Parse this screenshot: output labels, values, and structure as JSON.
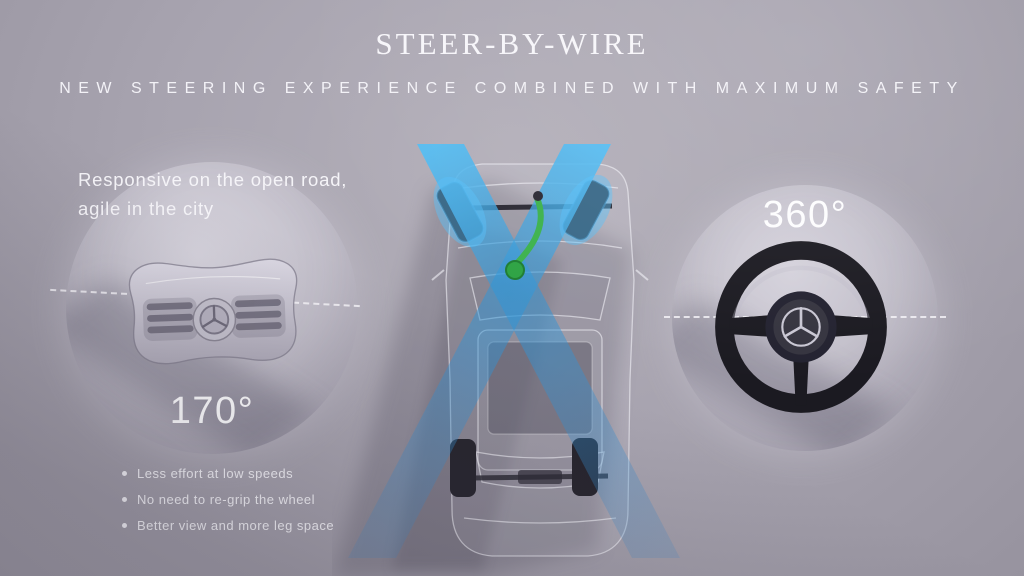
{
  "header": {
    "title": "STEER-BY-WIRE",
    "subtitle": "NEW STEERING EXPERIENCE COMBINED WITH MAXIMUM SAFETY"
  },
  "yoke_section": {
    "caption_line1": "Responsive on the open road,",
    "caption_line2": "agile in the city",
    "angle_label": "170°",
    "bullets": [
      "Less effort at low speeds",
      "No need to re-grip the wheel",
      "Better view and more leg space"
    ]
  },
  "wheel_section": {
    "angle_label": "360°"
  },
  "icons": {
    "yoke": "yoke-steering-wheel",
    "round_wheel": "round-steering-wheel",
    "brand": "mercedes-star-icon",
    "car": "car-top-view"
  },
  "colors": {
    "background": "#a7a3af",
    "text": "#f5f4f8",
    "beam_blue": "#3aa4e0",
    "steering_column_green": "#3db24d",
    "wheel_dark": "#1d1c24"
  }
}
